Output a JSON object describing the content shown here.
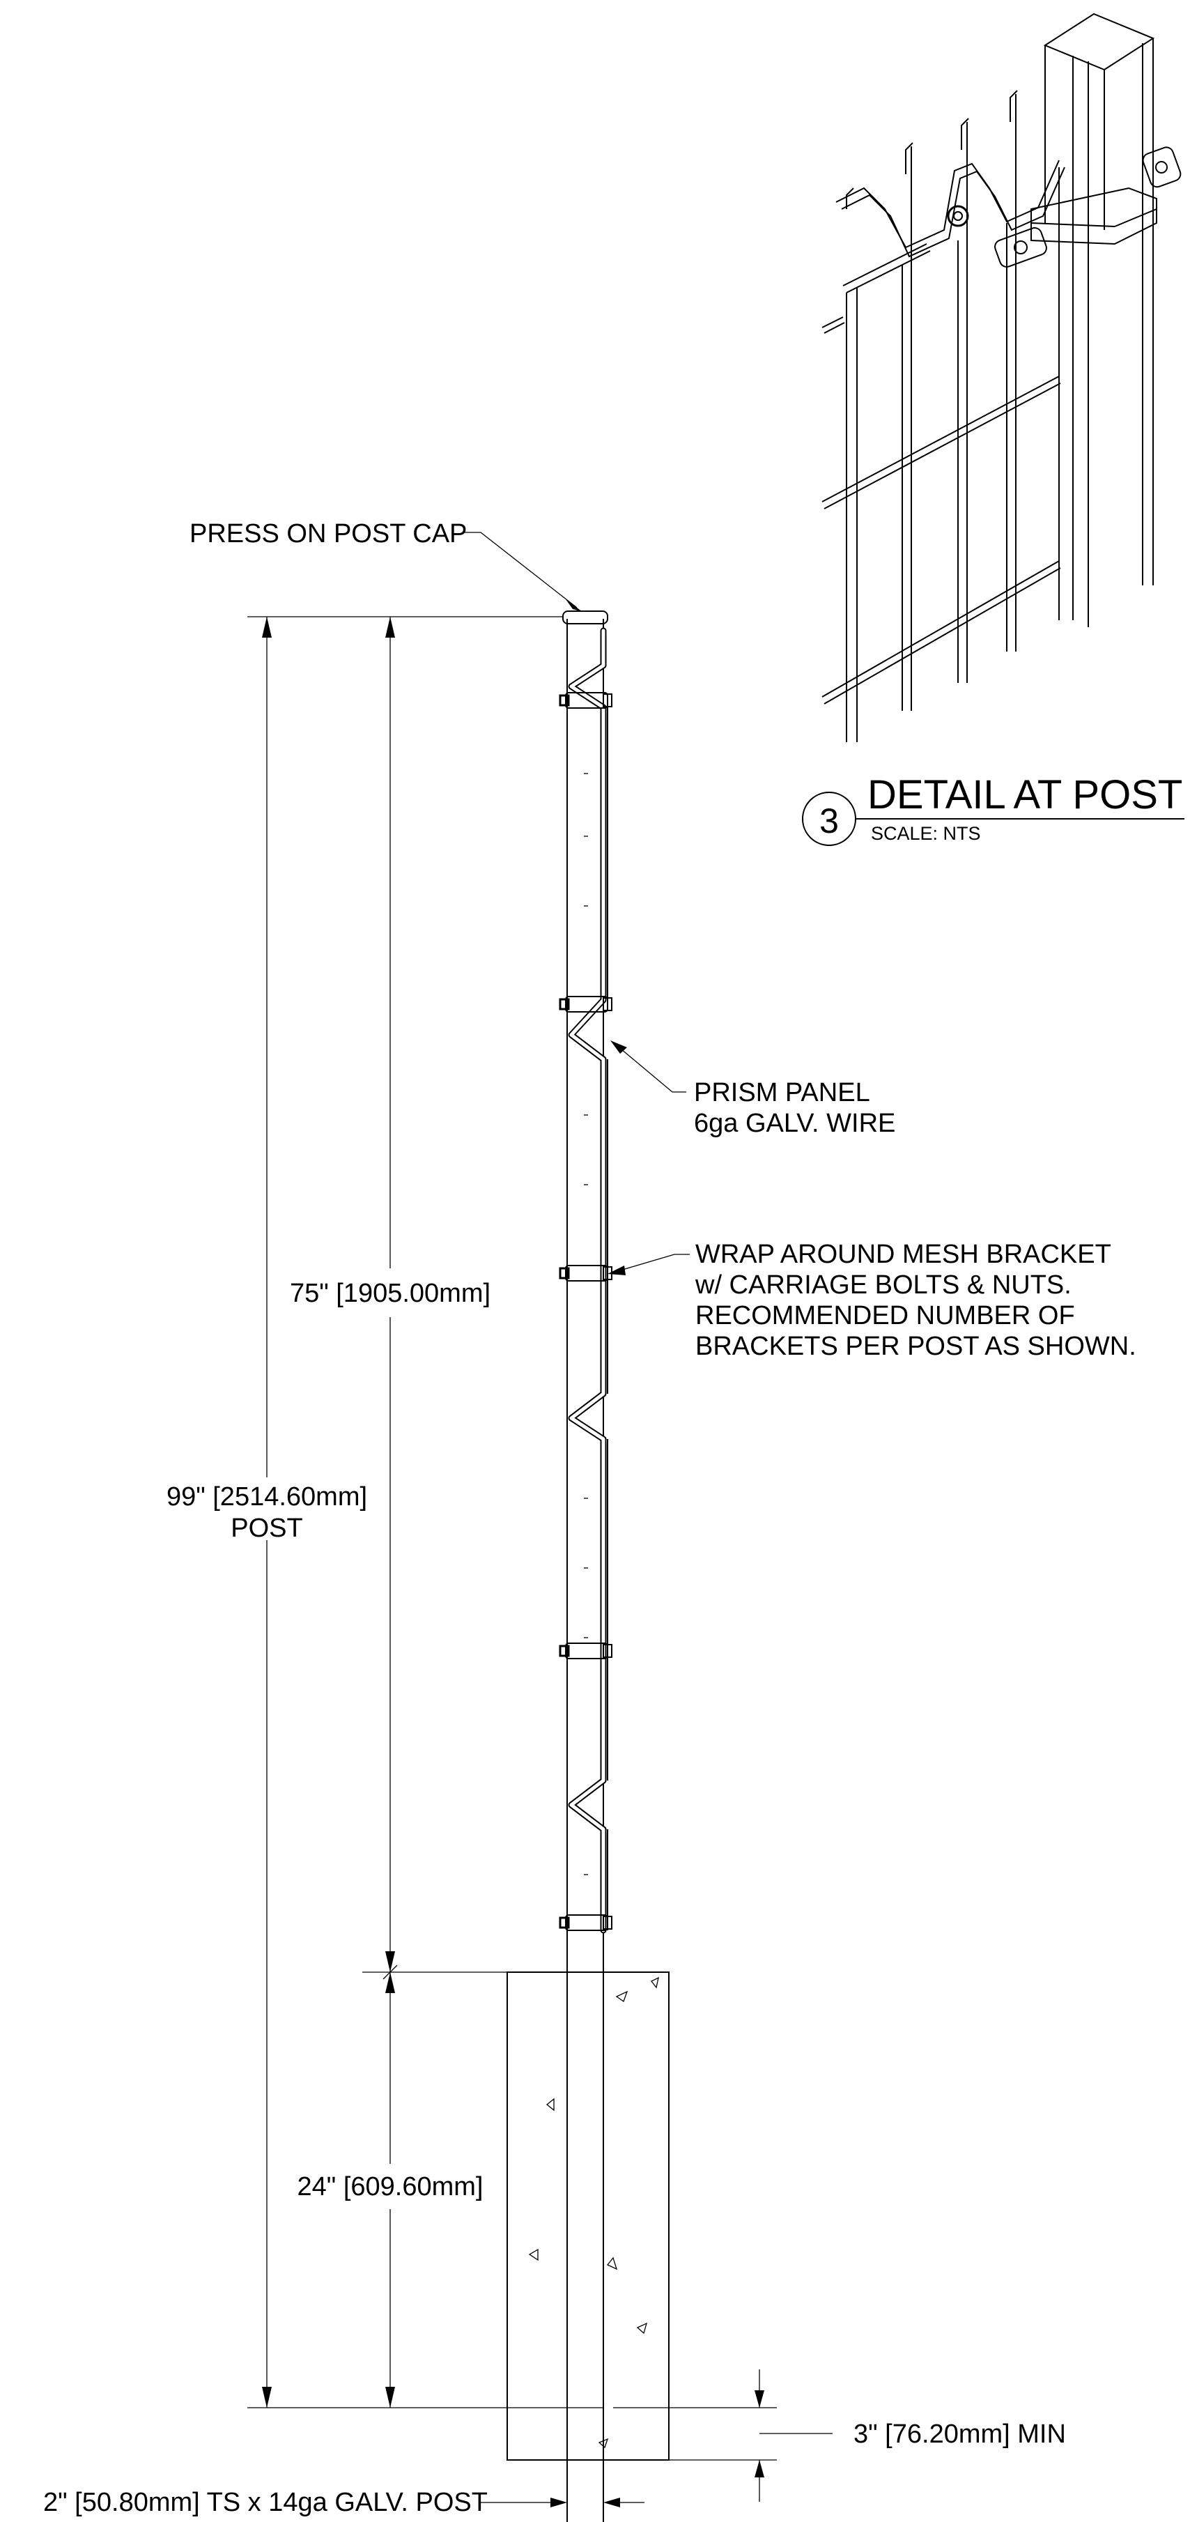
{
  "labels": {
    "post_cap": "PRESS ON POST CAP",
    "prism_panel_1": "PRISM PANEL",
    "prism_panel_2": "6ga GALV. WIRE",
    "bracket_1": "WRAP AROUND MESH BRACKET",
    "bracket_2": "w/ CARRIAGE BOLTS &  NUTS.",
    "bracket_3": "RECOMMENDED NUMBER OF",
    "bracket_4": "BRACKETS PER POST AS SHOWN.",
    "post_spec": "2\" [50.80mm] TS x 14ga GALV. POST"
  },
  "dimensions": {
    "above_grade": "75\" [1905.00mm]",
    "total_post_1": "99\" [2514.60mm]",
    "total_post_2": "POST",
    "embed": "24\" [609.60mm]",
    "footing_min": "3\" [76.20mm] MIN"
  },
  "detail": {
    "number": "3",
    "title": "DETAIL AT POST",
    "scale": "SCALE: NTS"
  }
}
